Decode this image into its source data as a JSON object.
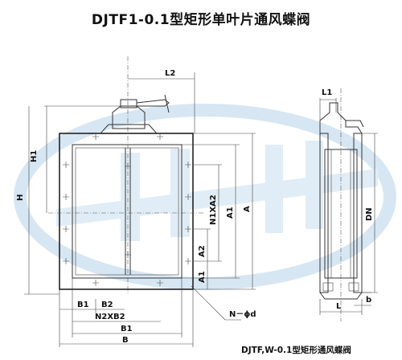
{
  "title": "DJTF1-0.1型矩形单叶片通风蝶阀",
  "caption": "DJTF,W-0.1型矩形通风蝶阀",
  "dimension_labels": {
    "L2": "L2",
    "L1": "L1",
    "H1": "H1",
    "H": "H",
    "N1XA2": "N1XA2",
    "A1_upper": "A1",
    "A": "A",
    "A2": "A2",
    "A1_lower": "A1",
    "DN": "DN",
    "B1_left": "B1",
    "B2": "B2",
    "N2XB2": "N2XB2",
    "B1_bottom": "B1",
    "B": "B",
    "N_phi_d": "N－ϕd",
    "L": "L",
    "b": "b"
  },
  "colors": {
    "watermark": "#b7d3ea",
    "line": "#333333"
  }
}
